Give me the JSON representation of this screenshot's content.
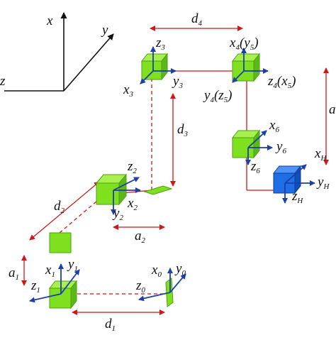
{
  "world_axes": {
    "x": "x",
    "y": "y",
    "z": "z"
  },
  "frames": {
    "f0": {
      "x": "x",
      "y": "y",
      "z": "z",
      "idx": "0"
    },
    "f1": {
      "x": "x",
      "y": "y",
      "z": "z",
      "idx": "1"
    },
    "f2": {
      "x": "x",
      "y": "y",
      "z": "z",
      "idx": "2"
    },
    "f3": {
      "x": "x",
      "y": "y",
      "z": "z",
      "idx": "3"
    },
    "f4": {
      "x": "x",
      "y": "y",
      "z": "z",
      "idx": "4",
      "x_alias": "(y",
      "x_alias_idx": "5",
      "z_alias": "(x",
      "z_alias_idx": "5",
      "y_alias": "(z",
      "y_alias_idx": "5",
      "close": ")"
    },
    "f6": {
      "x": "x",
      "y": "y",
      "z": "z",
      "idx": "6"
    },
    "fH": {
      "x": "x",
      "y": "y",
      "z": "z",
      "idx": "H"
    }
  },
  "dimensions": {
    "d1": {
      "sym": "d",
      "idx": "1"
    },
    "d2": {
      "sym": "d",
      "idx": "2"
    },
    "d3": {
      "sym": "d",
      "idx": "3"
    },
    "d4": {
      "sym": "d",
      "idx": "4"
    },
    "d5": {
      "sym": "a",
      "idx": ""
    },
    "a1": {
      "sym": "a",
      "idx": "1"
    },
    "a2": {
      "sym": "a",
      "idx": "2"
    }
  },
  "colors": {
    "joint_green": "#7fe020",
    "joint_green_dark": "#4fa010",
    "end_blue": "#1e6fe6",
    "axis_blue": "#1c3fa8",
    "link_red": "#d01818",
    "black": "#111111"
  }
}
